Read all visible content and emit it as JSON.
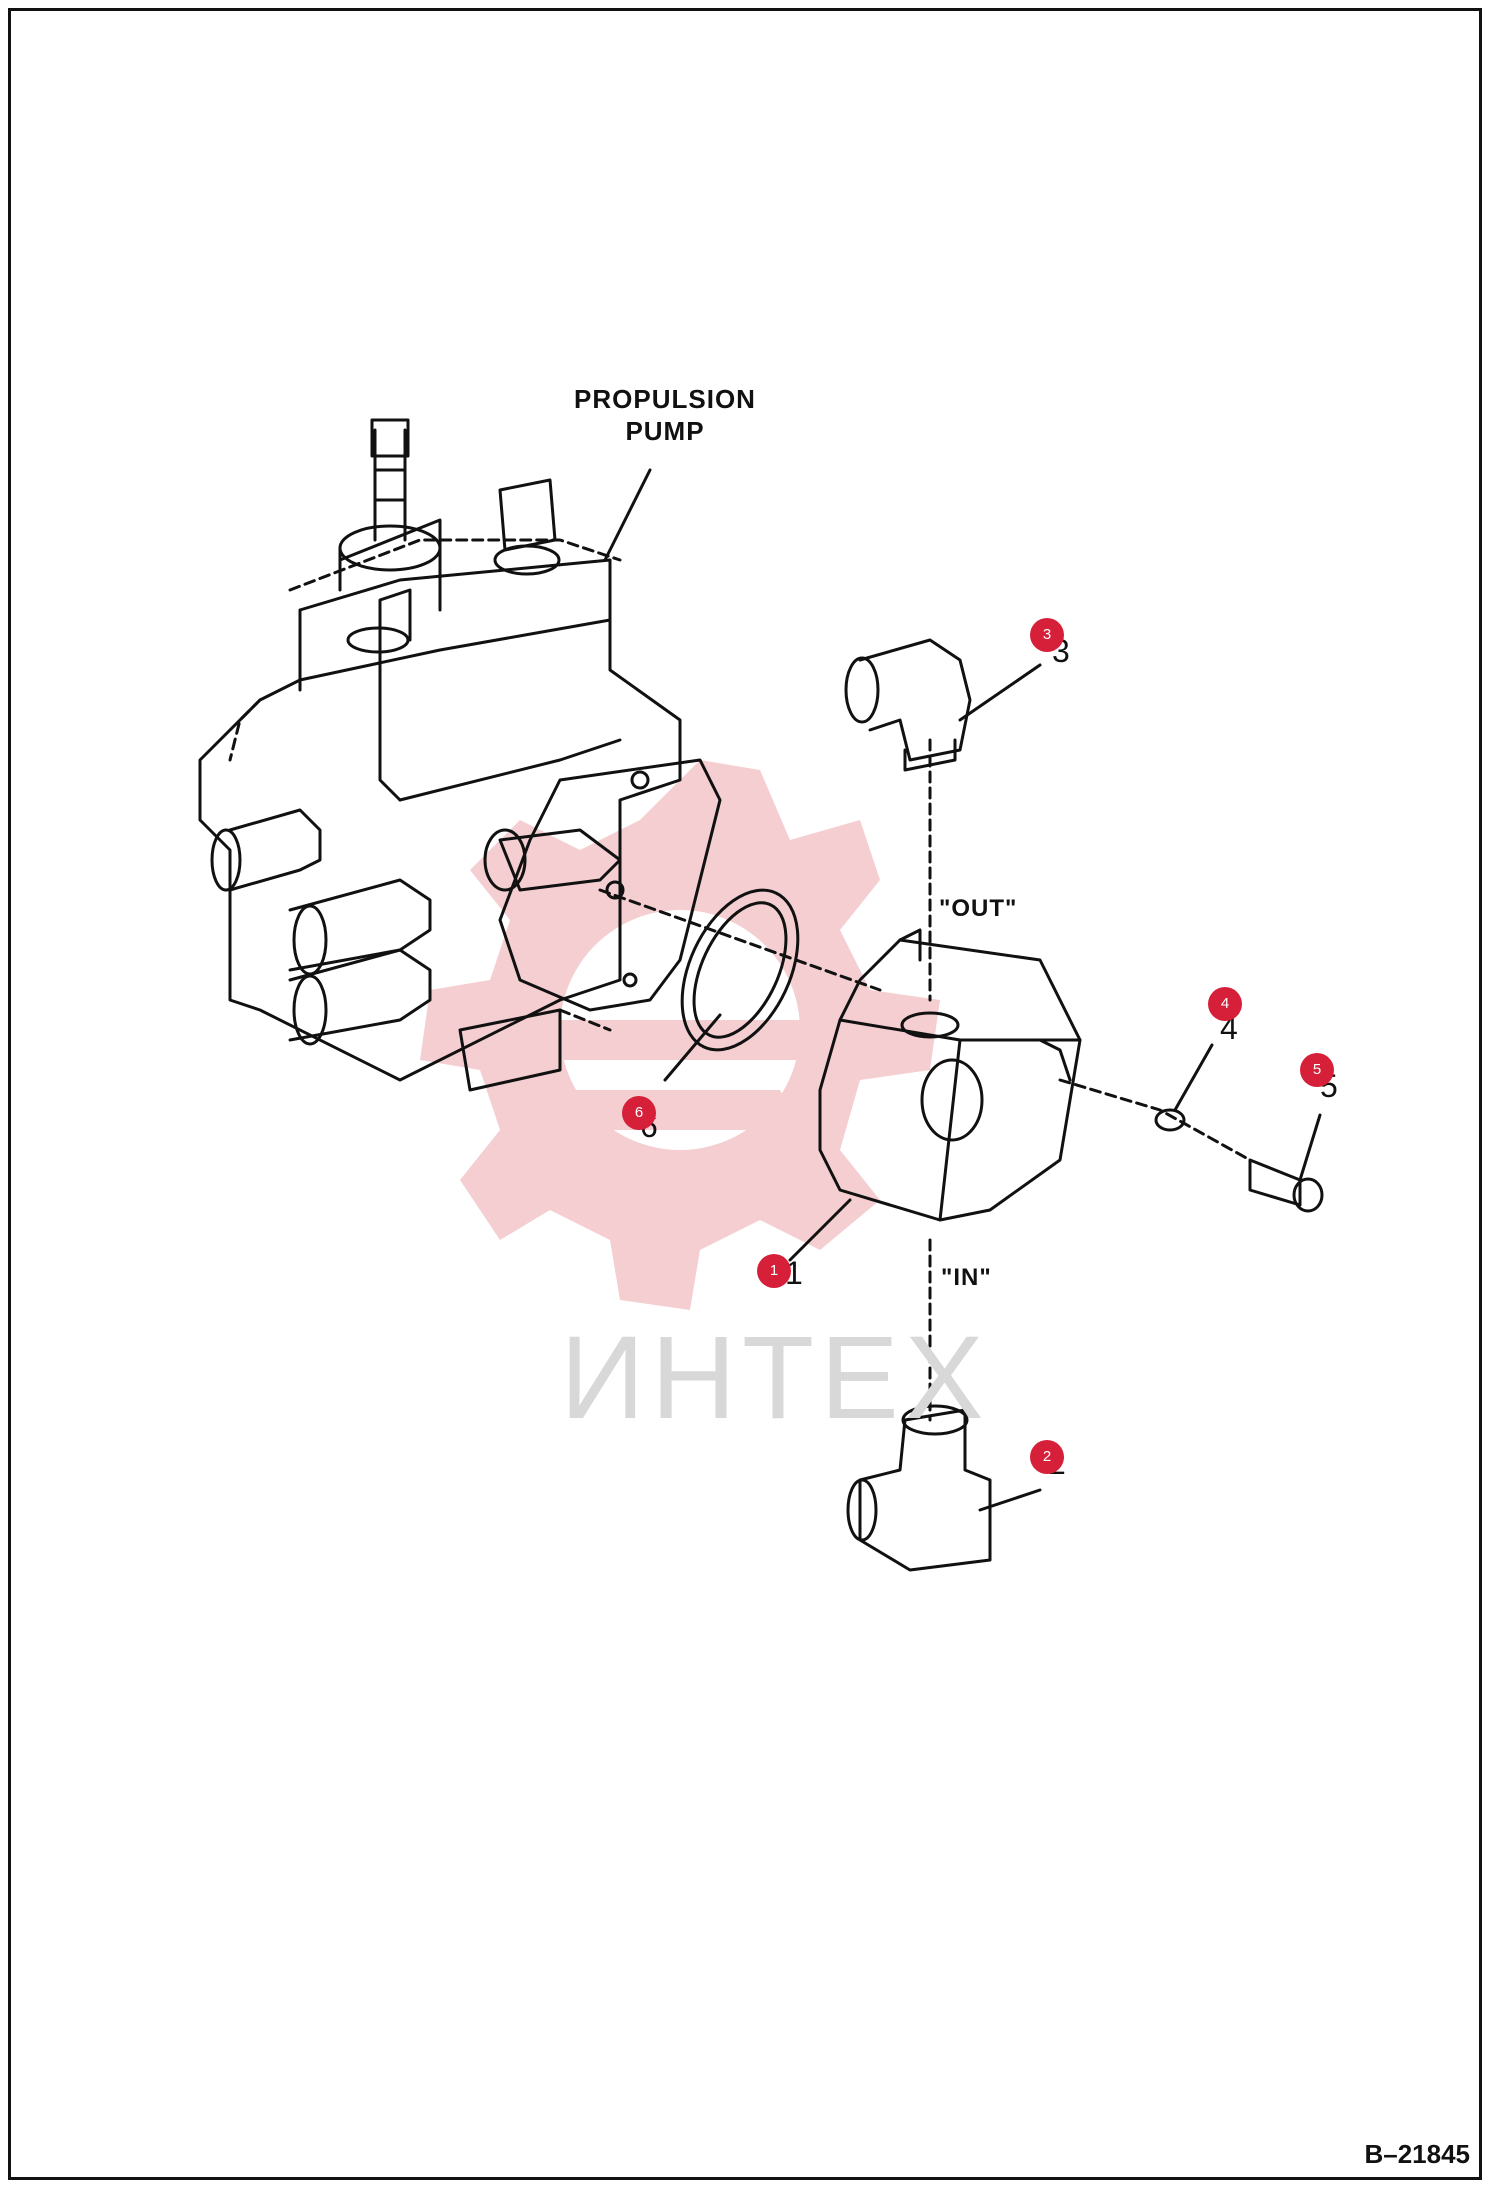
{
  "labels": {
    "propulsion_pump": "PROPULSION PUMP",
    "out_port": "\"OUT\"",
    "in_port": "\"IN\"",
    "drawing_id": "B–21845",
    "watermark": "ИНТЕХ"
  },
  "callouts": [
    {
      "badge": "1",
      "number": "1"
    },
    {
      "badge": "2",
      "number": "2"
    },
    {
      "badge": "3",
      "number": "3"
    },
    {
      "badge": "4",
      "number": "4"
    },
    {
      "badge": "5",
      "number": "5"
    },
    {
      "badge": "6",
      "number": "6"
    }
  ],
  "colors": {
    "badge": "#d6203a",
    "watermark": "#f3c9cc",
    "line": "#111111"
  }
}
